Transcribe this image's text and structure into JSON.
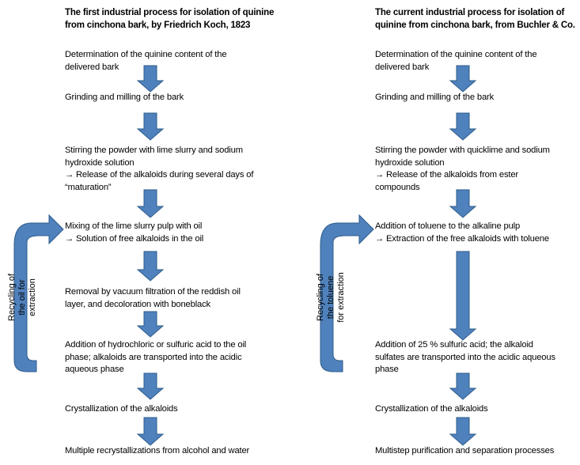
{
  "left": {
    "title": "The first industrial process for isolation of quinine\nfrom cinchona bark, by Friedrich Koch, 1823",
    "steps": [
      "Determination of the quinine content of the\ndelivered bark",
      "Grinding and milling of the bark",
      "Stirring the powder with lime slurry and sodium\nhydroxide solution\n → Release of the alkaloids during several days of\n“maturation”",
      "Mixing of the lime slurry pulp with oil\n → Solution of free alkaloids in the oil",
      "Removal by vacuum filtration of the reddish oil\nlayer, and decoloration with boneblack",
      "Addition of hydrochloric or sulfuric acid to the oil\nphase; alkaloids are transported into the acidic\naqueous phase",
      "Crystallization of the alkaloids",
      "Multiple recrystallizations from alcohol and water"
    ],
    "recycle_label": "Recycling of\nthe oil for\nextraction"
  },
  "right": {
    "title": "The current industrial process for isolation of\nquinine from cinchona bark, from Buchler & Co.",
    "steps": [
      "Determination of the quinine content of the\ndelivered bark",
      "Grinding and milling of the bark",
      "Stirring the powder with quicklime and sodium\nhydroxide solution\n → Release of the alkaloids from ester\ncompounds",
      "Addition of toluene to the alkaline pulp\n → Extraction of the free alkaloids with toluene",
      "Addition of 25 % sulfuric acid; the alkaloid\nsulfates are transported into the acidic aqueous\nphase",
      "Crystallization of the alkaloids",
      "Multistep purification and separation processes"
    ],
    "recycle_label": "Recycling of\nthe toluene\nfor extraction"
  },
  "colors": {
    "arrow_fill": "#4f81bd",
    "arrow_stroke": "#2e5c8a"
  }
}
